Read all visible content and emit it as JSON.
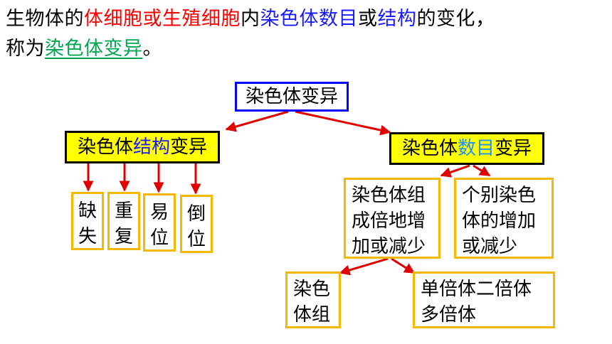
{
  "intro": {
    "seg1": "生物体的",
    "seg2": "体细胞或生殖细胞",
    "seg3": "内",
    "seg4": "染色体数目",
    "seg5": "或",
    "seg6": "结构",
    "seg7": "的变化，",
    "seg8": "称为",
    "seg9": "染色体变异",
    "seg10": "。"
  },
  "diagram": {
    "root": "染色体变异",
    "structural": {
      "prefix": "染色体",
      "accent": "结构",
      "suffix": "变异"
    },
    "numerical": {
      "prefix": "染色体",
      "accent": "数目",
      "suffix": "变异"
    },
    "structural_types": [
      {
        "line1": "缺",
        "line2": "失"
      },
      {
        "line1": "重",
        "line2": "复"
      },
      {
        "line1": "易",
        "line2": "位"
      },
      {
        "line1": "倒",
        "line2": "位"
      }
    ],
    "numerical_types": [
      {
        "line1": "染色体组",
        "line2": "成倍地增",
        "line3": "加或减少"
      },
      {
        "line1": "个别染色",
        "line2": "体的增加",
        "line3": "或减少"
      }
    ],
    "set_types": [
      {
        "line1": "染色",
        "line2": "体组"
      },
      {
        "line1": "单倍体二倍体",
        "line2": "多倍体"
      }
    ]
  },
  "colors": {
    "red_text": "#ff0000",
    "blue_text": "#1a1aff",
    "green_text": "#00a550",
    "arrow": "#e00000",
    "box_border": "#f5b800",
    "highlight": "#ffff00",
    "root_border": "#0000ff"
  }
}
